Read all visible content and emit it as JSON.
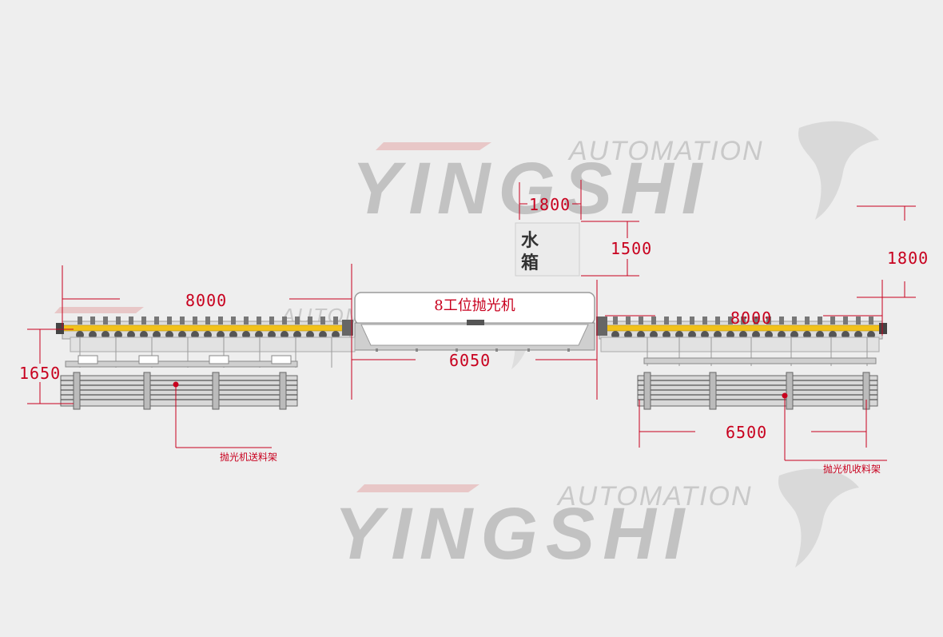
{
  "watermark": {
    "brand": "YINGSHI",
    "tagline": "AUTOMATION"
  },
  "machine": {
    "polisher_label": "8工位抛光机",
    "water_tank_label": "水箱",
    "feed_rack_label": "抛光机送料架",
    "receive_rack_label": "抛光机收料架"
  },
  "dimensions": {
    "feed_length": "8000",
    "feed_height": "1650",
    "polisher_length": "6050",
    "tank_width": "1800",
    "tank_depth": "1500",
    "receive_length": "8000",
    "receive_offset": "1800",
    "receive_rack_length": "6500"
  },
  "colors": {
    "dimension_line": "#c8001e",
    "conveyor_rail": "#f2c21a",
    "background": "#eeeeee",
    "watermark": "#c2c2c2"
  }
}
